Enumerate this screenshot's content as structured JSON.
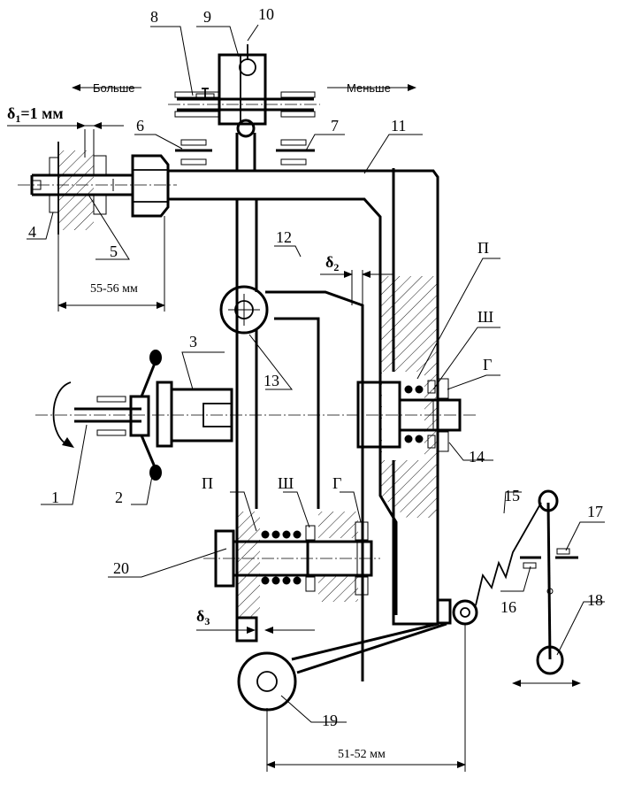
{
  "labels": {
    "l1": "1",
    "l2": "2",
    "l3": "3",
    "l4": "4",
    "l5": "5",
    "l6": "6",
    "l7": "7",
    "l8": "8",
    "l9": "9",
    "l10": "10",
    "l11": "11",
    "l12": "12",
    "l13": "13",
    "l14": "14",
    "l15": "15",
    "l16": "16",
    "l17": "17",
    "l18": "18",
    "l19": "19",
    "l20": "20"
  },
  "letters": {
    "p_top": "П",
    "sh_top": "Ш",
    "g_top": "Г",
    "p_bottom": "П",
    "sh_bottom": "Ш",
    "g_bottom": "Г"
  },
  "directions": {
    "more": "Больше",
    "less": "Меньше"
  },
  "dimensions": {
    "delta1_symbol": "δ",
    "delta1_sub": "1",
    "delta1_value": "=1 мм",
    "delta2_symbol": "δ",
    "delta2_sub": "2",
    "delta3_symbol": "δ",
    "delta3_sub": "3",
    "dim_55_56": "55-56 мм",
    "dim_51_52": "51-52 мм"
  },
  "colors": {
    "ink": "#000000",
    "paper": "#ffffff"
  }
}
